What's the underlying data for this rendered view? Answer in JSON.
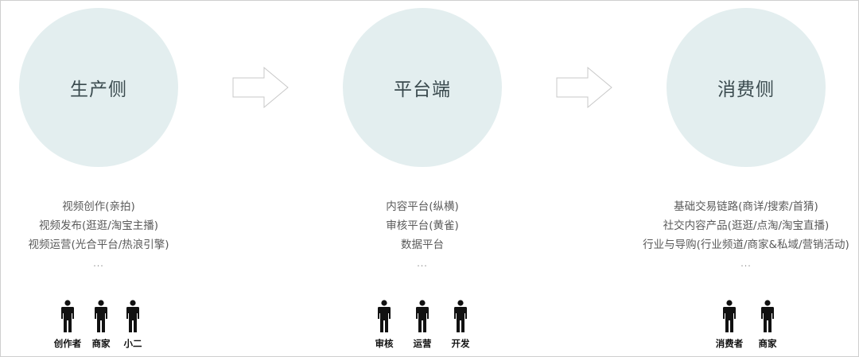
{
  "stages": [
    {
      "title": "生产侧",
      "items": [
        "视频创作(亲拍)",
        "视频发布(逛逛/淘宝主播)",
        "视频运营(光合平台/热浪引擎)"
      ],
      "more": "...",
      "roles": [
        "创作者",
        "商家",
        "小二"
      ]
    },
    {
      "title": "平台端",
      "items": [
        "内容平台(纵横)",
        "审核平台(黄雀)",
        "数据平台"
      ],
      "more": "...",
      "roles": [
        "审核",
        "运营",
        "开发"
      ]
    },
    {
      "title": "消费侧",
      "items": [
        "基础交易链路(商详/搜索/首猜)",
        "社交内容产品(逛逛/点淘/淘宝直播)",
        "行业与导购(行业频道/商家&私域/营销活动)"
      ],
      "more": "...",
      "roles": [
        "消费者",
        "商家"
      ]
    }
  ],
  "colors": {
    "circle": "#e3eeef",
    "title_text": "#3a4a4e",
    "arrow_stroke": "#c8c8c8",
    "person": "#111111"
  }
}
